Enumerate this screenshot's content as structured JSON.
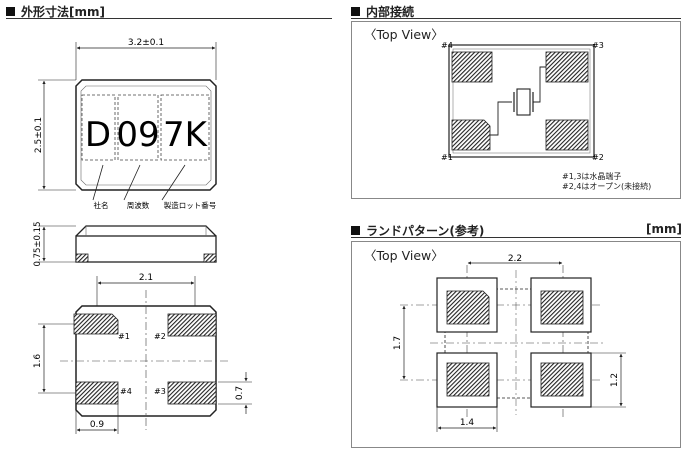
{
  "dimensions": {
    "title": "外形寸法[mm]",
    "width_label": "3.2±0.1",
    "height_label": "2.5±0.1",
    "thickness_label": "0.75±0.15",
    "marking": {
      "company": "D",
      "frequency": "09",
      "lot": "7K"
    },
    "marking_legend": [
      "社名",
      "周波数",
      "製造ロット番号"
    ],
    "pad_pitch_x": "2.1",
    "pad_pitch_y": "1.6",
    "pad_width": "0.9",
    "pad_height": "0.7",
    "pads": [
      "#1",
      "#2",
      "#3",
      "#4"
    ]
  },
  "internal": {
    "title": "内部接続",
    "view": "〈Top View〉",
    "pins": [
      "#1",
      "#2",
      "#3",
      "#4"
    ],
    "notes": [
      "#1,3は水晶端子",
      "#2,4はオープン(未接続)"
    ]
  },
  "land": {
    "title": "ランドパターン(参考)",
    "unit": "[mm]",
    "view": "〈Top View〉",
    "pitch_x": "2.2",
    "pitch_y": "1.7",
    "land_height": "1.2",
    "land_width": "1.4"
  }
}
